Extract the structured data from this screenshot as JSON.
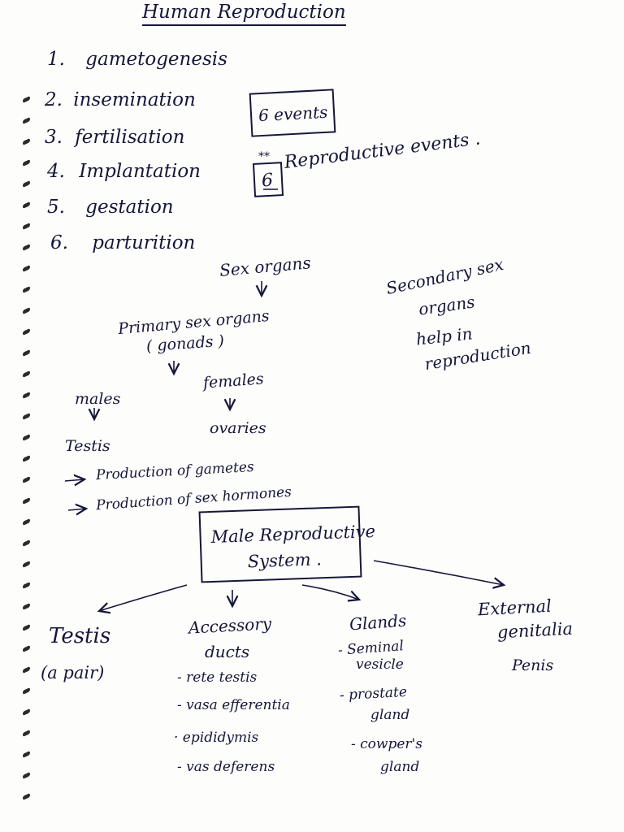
{
  "title": "Human Reproduction",
  "events": [
    {
      "num": "1.",
      "name": "gametogenesis"
    },
    {
      "num": "2.",
      "name": "insemination"
    },
    {
      "num": "3.",
      "name": "fertilisation"
    },
    {
      "num": "4.",
      "name": "Implantation"
    },
    {
      "num": "5.",
      "name": "gestation"
    },
    {
      "num": "6.",
      "name": "parturition"
    }
  ],
  "boxes": {
    "events": "6 events",
    "reproductive_number": "6",
    "reproductive_text": "Reproductive events ."
  },
  "sex_organs": {
    "title": "Sex organs",
    "primary_line1": "Primary sex organs",
    "primary_line2": "( gonads )",
    "secondary_line1": "Secondary sex",
    "secondary_line2": "organs",
    "secondary_line3": "help in",
    "secondary_line4": "reproduction",
    "males": "males",
    "females": "females",
    "testis": "Testis",
    "ovaries": "ovaries",
    "func1": "Production of gametes",
    "func2": "Production of sex hormones"
  },
  "male_system": {
    "title_line1": "Male Reproductive",
    "title_line2": "System .",
    "testis": "Testis",
    "testis_note": "(a pair)",
    "ducts_title1": "Accessory",
    "ducts_title2": "ducts",
    "ducts": [
      "- rete testis",
      "- vasa efferentia",
      "· epididymis",
      "- vas deferens"
    ],
    "glands_title": "Glands",
    "glands": [
      "- Seminal",
      "vesicle",
      "- prostate",
      "gland",
      "- cowper's",
      "gland"
    ],
    "external_title1": "External",
    "external_title2": "genitalia",
    "external_item": "Penis"
  }
}
